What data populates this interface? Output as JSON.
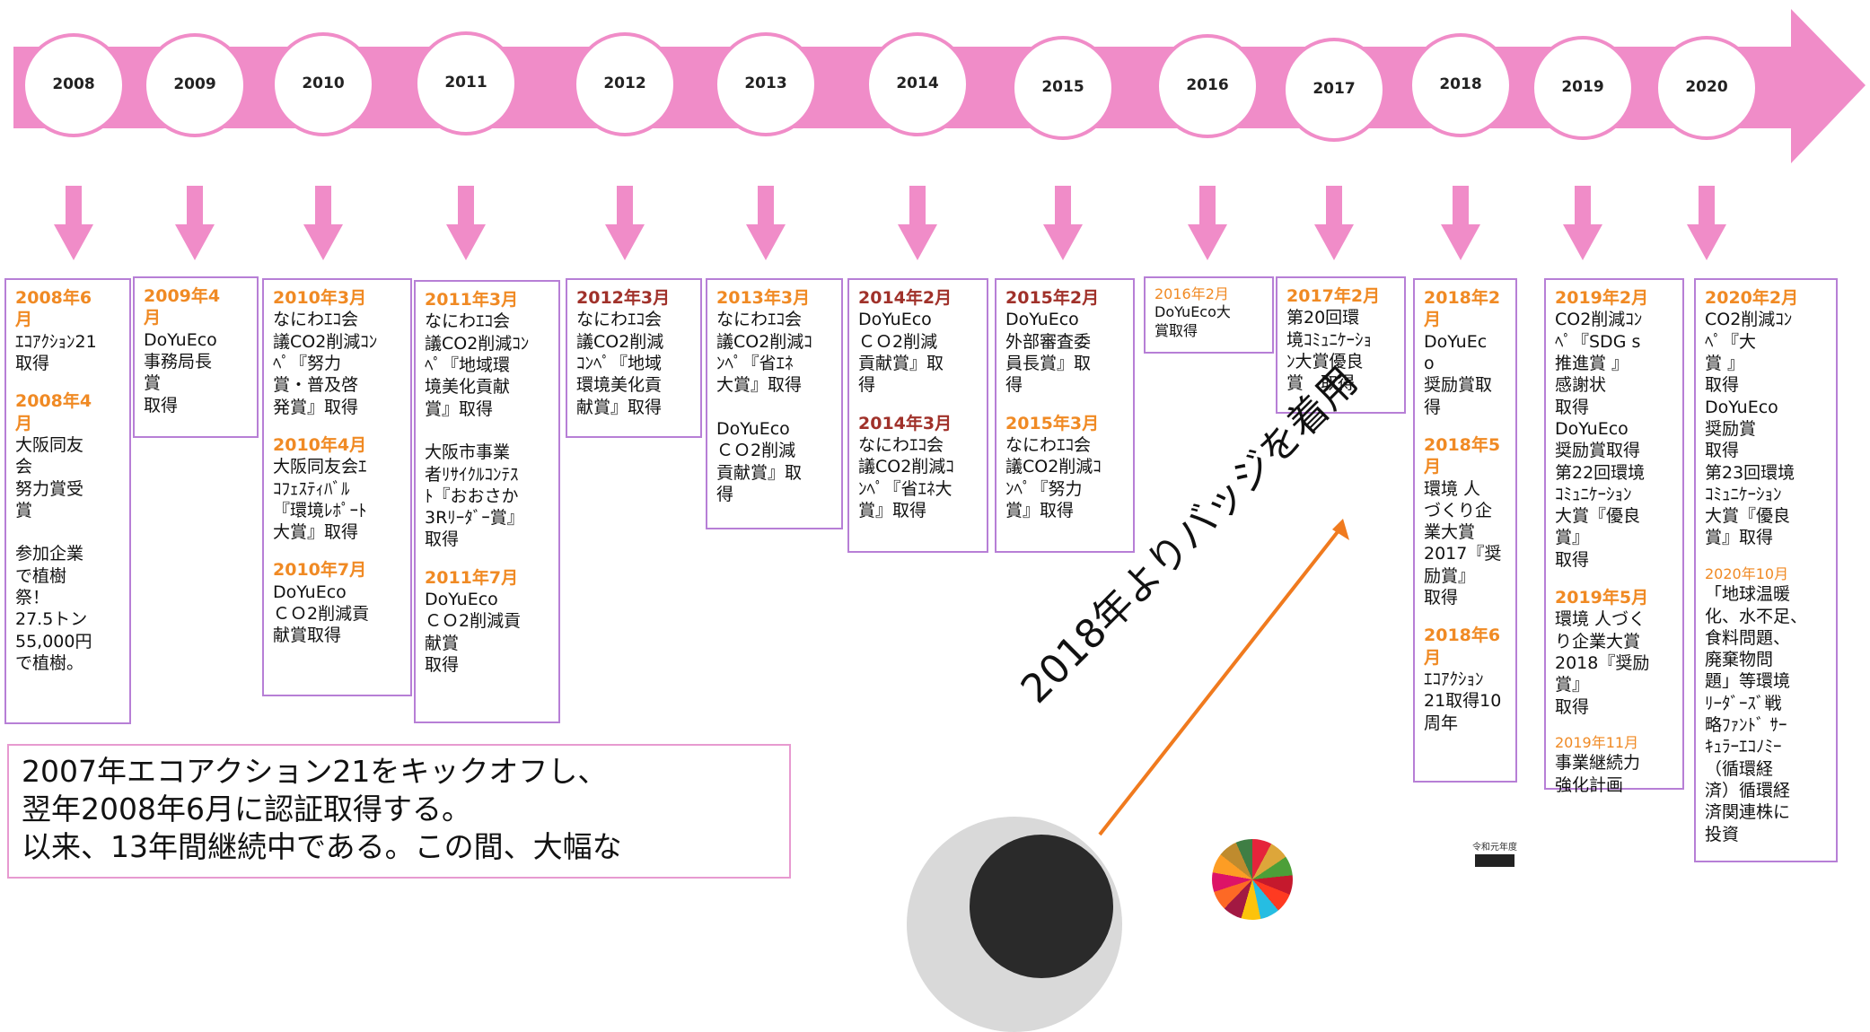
{
  "colors": {
    "timeline_pink": "#f08cc8",
    "card_border": "#b77fd6",
    "date_orange": "#f08a24",
    "date_darkred": "#a0312a",
    "annotation_arrow": "#f07a1e"
  },
  "years": [
    "2008",
    "2009",
    "2010",
    "2011",
    "2012",
    "2013",
    "2014",
    "2015",
    "2016",
    "2017",
    "2018",
    "2019",
    "2020"
  ],
  "cards": [
    {
      "entries": [
        {
          "date": "2008年6\n月",
          "color": "orange",
          "text": "ｴｺｱｸｼｮﾝ21\n取得"
        },
        {
          "date": "2008年4\n月",
          "color": "orange",
          "text": "大阪同友\n会\n努力賞受\n賞\n\n参加企業\nで植樹\n祭！\n27.5トン\n55,000円\nで植樹。"
        }
      ]
    },
    {
      "entries": [
        {
          "date": "2009年4\n月",
          "color": "orange",
          "text": "DoYuEco\n事務局長\n賞\n取得"
        }
      ]
    },
    {
      "entries": [
        {
          "date": "2010年3月",
          "color": "orange",
          "text": "なにわｴｺ会\n議CO2削減ｺﾝ\nﾍﾟ『努力\n賞・普及啓\n発賞』取得"
        },
        {
          "date": "2010年4月",
          "color": "orange",
          "text": "大阪同友会ｴ\nｺﾌｪｽﾃｨﾊﾞﾙ\n『環境ﾚﾎﾟｰﾄ\n大賞』取得"
        },
        {
          "date": "2010年7月",
          "color": "orange",
          "text": "DoYuEco\nＣＯ2削減貢\n献賞取得"
        }
      ]
    },
    {
      "entries": [
        {
          "date": "2011年3月",
          "color": "orange",
          "text": "なにわｴｺ会\n議CO2削減ｺﾝ\nﾍﾟ『地域環\n境美化貢献\n賞』取得\n\n大阪市事業\n者ﾘｻｲｸﾙｺﾝﾃｽ\nﾄ『おおさか\n3Rﾘｰﾀﾞｰ賞』\n取得"
        },
        {
          "date": "2011年7月",
          "color": "orange",
          "text": "DoYuEco\nＣＯ2削減貢\n献賞\n取得"
        }
      ]
    },
    {
      "entries": [
        {
          "date": "2012年3月",
          "color": "darkred",
          "text": "なにわｴｺ会\n議CO2削減\nｺﾝﾍﾟ『地域\n環境美化貢\n献賞』取得"
        }
      ]
    },
    {
      "entries": [
        {
          "date": "2013年3月",
          "color": "orange",
          "text": "なにわｴｺ会\n議CO2削減ｺ\nﾝﾍﾟ『省ｴﾈ\n大賞』取得\n\nDoYuEco\nＣＯ2削減\n貢献賞』取\n得"
        }
      ]
    },
    {
      "entries": [
        {
          "date": "2014年2月",
          "color": "darkred",
          "text": "DoYuEco\nＣＯ2削減\n貢献賞』取\n得"
        },
        {
          "date": "2014年3月",
          "color": "darkred",
          "text": "なにわｴｺ会\n議CO2削減ｺ\nﾝﾍﾟ『省ｴﾈ大\n賞』取得"
        }
      ]
    },
    {
      "entries": [
        {
          "date": "2015年2月",
          "color": "darkred",
          "text": "DoYuEco\n外部審査委\n員長賞』取\n得"
        },
        {
          "date": "2015年3月",
          "color": "orange",
          "text": "なにわｴｺ会\n議CO2削減ｺ\nﾝﾍﾟ『努力\n賞』取得"
        }
      ]
    },
    {
      "entries": [
        {
          "date": "2016年2月",
          "color": "orange",
          "plain": true,
          "text": "DoYuEco大\n賞取得"
        }
      ]
    },
    {
      "entries": [
        {
          "date": "2017年2月",
          "color": "orange",
          "text": "第20回環\n境ｺﾐｭﾆｹｰｼｮ\nﾝ大賞優良\n賞　取得"
        }
      ]
    },
    {
      "entries": [
        {
          "date": "2018年2\n月",
          "color": "orange",
          "text": "DoYuEc\no\n奨励賞取\n得"
        },
        {
          "date": "2018年5\n月",
          "color": "orange",
          "text": "環境 人\nづくり企\n業大賞\n2017『奨\n励賞』\n取得"
        },
        {
          "date": "2018年6\n月",
          "color": "orange",
          "text": "ｴｺｱｸｼｮﾝ\n21取得10\n周年"
        }
      ]
    },
    {
      "entries": [
        {
          "date": "2019年2月",
          "color": "orange",
          "text": "CO2削減ｺﾝ\nﾍﾟ『SDG s\n推進賞 』\n感謝状\n取得\nDoYuEco\n奨励賞取得\n第22回環境\nｺﾐｭﾆｹｰｼｮﾝ\n大賞『優良\n賞』\n取得"
        },
        {
          "date": "2019年5月",
          "color": "orange",
          "text": "環境 人づく\nり企業大賞\n2018『奨励\n賞』\n取得"
        },
        {
          "date": "2019年11月",
          "color": "orange",
          "plain": true,
          "text": "事業継続力\n強化計画"
        }
      ]
    },
    {
      "entries": [
        {
          "date": "2020年2月",
          "color": "orange",
          "text": "CO2削減ｺﾝ\nﾍﾟ『大\n賞 』\n取得\nDoYuEco\n奨励賞\n取得\n第23回環境\nｺﾐｭﾆｹｰｼｮﾝ\n大賞『優良\n賞』取得"
        },
        {
          "date": "2020年10月",
          "color": "orange",
          "plain": true,
          "text": "「地球温暖\n化、水不足、\n食料問題、\n廃棄物問\n題」等環境\nﾘｰﾀﾞｰｽﾞ戦\n略ﾌｧﾝﾄﾞ ｻｰ\nｷｭﾗｰｴｺﾉﾐｰ\n（循環経\n済）循環経\n済関連株に\n投資"
        }
      ]
    }
  ],
  "intro_text": "2007年エコアクション21をキックオフし、\n翌年2008年6月に認証取得する。\n以来、13年間継続中である。この間、大幅な",
  "badge_caption": "2018年よりバッジを着用",
  "bottom_images": {
    "left_icon": "photo-circle-icon",
    "middle_icon": "sdg-wheel-icon",
    "right_icon": "award-certificate-icon",
    "certificate_label": "令和元年度"
  }
}
